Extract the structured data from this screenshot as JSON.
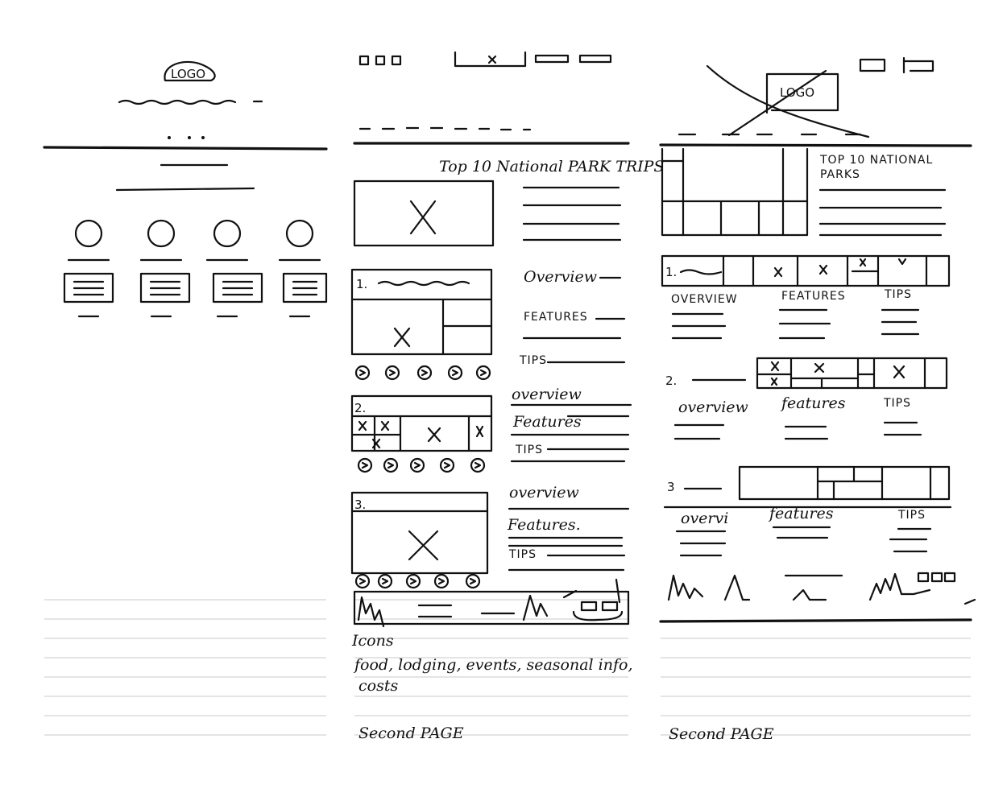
{
  "sketch": {
    "panel1": {
      "logo": "LOGO"
    },
    "panel2": {
      "title": "Top 10 National PARK TRIPS",
      "parks": [
        {
          "number": "1.",
          "labels": [
            "Overview",
            "FEATURES",
            "TIPS"
          ]
        },
        {
          "number": "2.",
          "labels": [
            "overview",
            "Features",
            "TIPS"
          ]
        },
        {
          "number": "3.",
          "labels": [
            "overview",
            "Features.",
            "TIPS"
          ]
        }
      ],
      "notes_heading": "Icons",
      "notes_line1": "food, lodging, events, seasonal info,",
      "notes_line2": "costs",
      "caption": "Second PAGE"
    },
    "panel3": {
      "logo": "LOGO",
      "title_line1": "TOP 10 NATIONAL",
      "title_line2": "PARKS",
      "parks": [
        {
          "number": "1.",
          "labels": [
            "OVERVIEW",
            "FEATURES",
            "TIPS"
          ]
        },
        {
          "number": "2.",
          "labels": [
            "overview",
            "features",
            "TIPS"
          ]
        },
        {
          "number": "3",
          "labels": [
            "overvi",
            "features",
            "TIPS"
          ]
        }
      ],
      "caption": "Second PAGE"
    }
  }
}
